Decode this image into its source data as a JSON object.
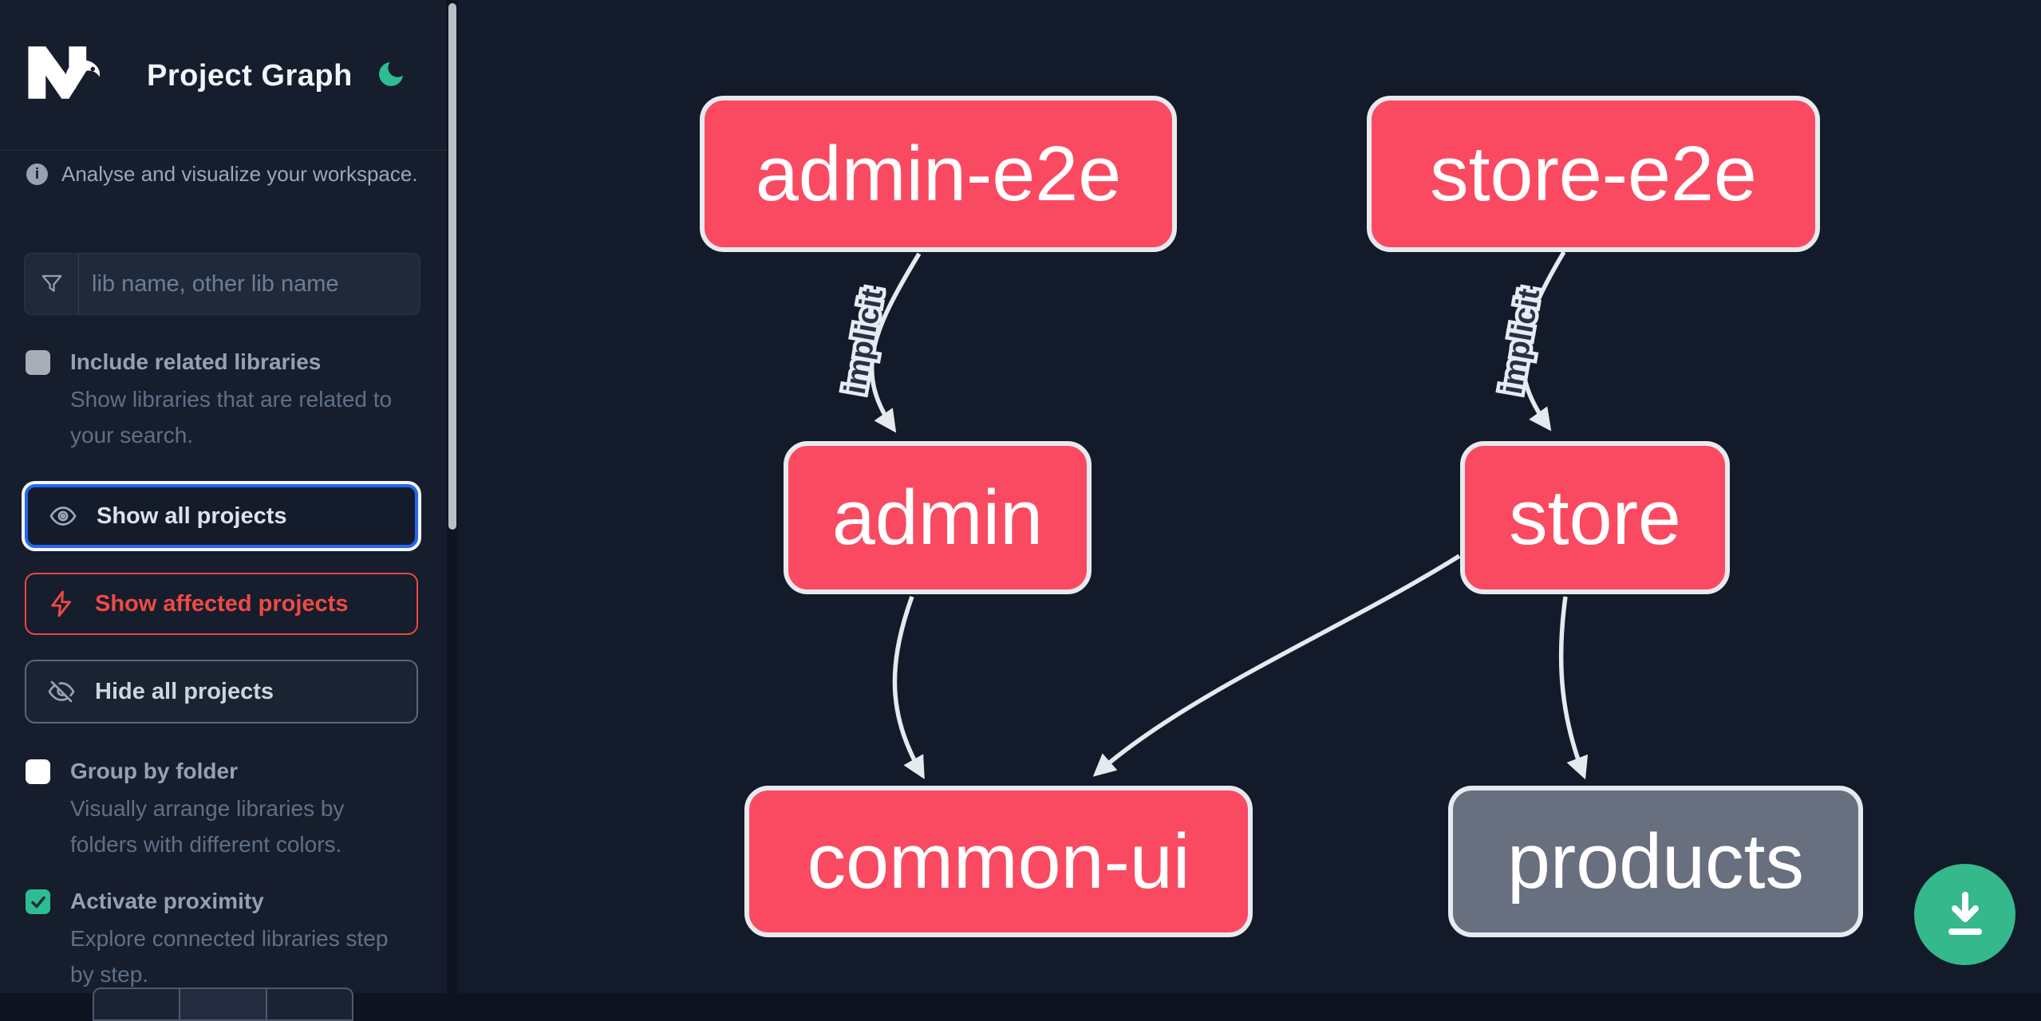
{
  "app": {
    "title": "Project Graph"
  },
  "sidebar": {
    "info": "Analyse and visualize your workspace.",
    "search": {
      "placeholder": "lib name, other lib name"
    },
    "options": [
      {
        "label": "Include related libraries",
        "description": "Show libraries that are related to\nyour search.",
        "checked": false
      },
      {
        "label": "Group by folder",
        "description": "Visually arrange libraries by\nfolders with different colors.",
        "checked": false
      },
      {
        "label": "Activate proximity",
        "description": "Explore connected libraries step\nby step.",
        "checked": true
      }
    ],
    "actions": [
      {
        "label": "Show all projects"
      },
      {
        "label": "Show affected projects"
      },
      {
        "label": "Hide all projects"
      }
    ]
  },
  "graph": {
    "nodes": [
      {
        "id": "admin-e2e",
        "label": "admin-e2e",
        "color": "pink"
      },
      {
        "id": "store-e2e",
        "label": "store-e2e",
        "color": "pink"
      },
      {
        "id": "admin",
        "label": "admin",
        "color": "pink"
      },
      {
        "id": "store",
        "label": "store",
        "color": "pink"
      },
      {
        "id": "common-ui",
        "label": "common-ui",
        "color": "pink"
      },
      {
        "id": "products",
        "label": "products",
        "color": "gray"
      }
    ],
    "edges": [
      {
        "from": "admin-e2e",
        "to": "admin",
        "label": "implicit"
      },
      {
        "from": "store-e2e",
        "to": "store",
        "label": "implicit"
      },
      {
        "from": "admin",
        "to": "common-ui",
        "label": ""
      },
      {
        "from": "store",
        "to": "common-ui",
        "label": ""
      },
      {
        "from": "store",
        "to": "products",
        "label": ""
      }
    ]
  },
  "icons": {
    "logo": "nx-logo",
    "theme": "moon-icon",
    "info": "info-icon",
    "filter": "funnel-icon",
    "show_all": "eye-icon",
    "affected": "zap-icon",
    "hide": "eye-off-icon",
    "check": "check-icon",
    "download": "download-icon"
  },
  "colors": {
    "background": "#131a29",
    "sidebar": "#161d2c",
    "node_pink": "#fa4a62",
    "node_gray": "#68707f",
    "node_border": "#e7eaee",
    "edge": "#e6e9ed",
    "accent_green": "#2ebd92",
    "fab_green": "#34b88c",
    "focus_blue": "#2667ec",
    "danger_red": "#ef4a45"
  }
}
